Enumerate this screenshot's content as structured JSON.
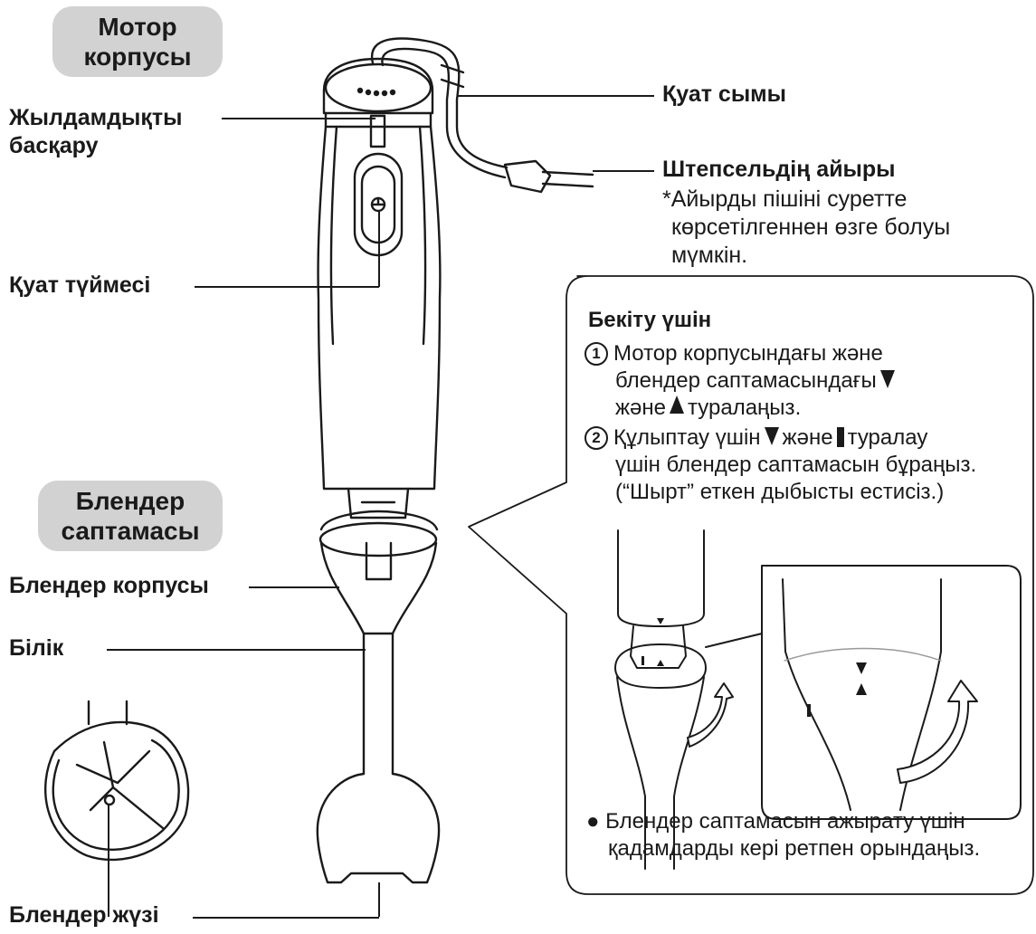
{
  "motor_section": {
    "label_line1": "Мотор",
    "label_line2": "корпусы"
  },
  "blender_section": {
    "label_line1": "Блендер",
    "label_line2": "саптамасы"
  },
  "labels": {
    "speed_line1": "Жылдамдықты",
    "speed_line2": "басқару",
    "power_button": "Қуат түймесі",
    "power_cord": "Қуат сымы",
    "plug": "Штепсельдің айыры",
    "plug_note_line1": "*Айырды пішіні суретте",
    "plug_note_line2": "көрсетілгеннен өзге болуы",
    "plug_note_line3": "мүмкін.",
    "blender_body": "Блендер корпусы",
    "shaft": "Білік",
    "blade": "Блендер жүзі"
  },
  "callout": {
    "title": "Бекіту үшін",
    "step1_num": "1",
    "step1_line1": "Мотор корпусындағы және",
    "step1_line2": "блендер саптамасындағы",
    "step1_line3a": "және",
    "step1_line3b": "туралаңыз.",
    "step2_num": "2",
    "step2_line1a": "Құлыптау үшін",
    "step2_line1b": "және",
    "step2_line1c": "туралау",
    "step2_line2": "үшін блендер саптамасын бұраңыз.",
    "step2_line3": "(“Шырт” еткен дыбысты естисіз.)",
    "note_line1": "● Блендер саптамасын ажырату үшін",
    "note_line2": "қадамдарды кері ретпен орындаңыз."
  },
  "colors": {
    "pill_bg": "#d2d2d2",
    "ink": "#1a1a1a"
  }
}
